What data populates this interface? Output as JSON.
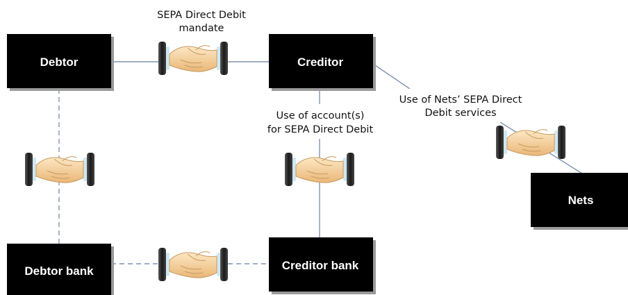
{
  "diagram": {
    "entities": {
      "debtor": "Debtor",
      "creditor": "Creditor",
      "debtor_bank": "Debtor bank",
      "creditor_bank": "Creditor bank",
      "nets": "Nets"
    },
    "agreements": {
      "mandate": [
        "SEPA Direct Debit",
        "mandate"
      ],
      "account_use": [
        "Use of account(s)",
        "for SEPA Direct Debit"
      ],
      "nets_services": [
        "Use of Nets’ SEPA Direct",
        "Debit services"
      ]
    },
    "colors": {
      "box_fill": "#000000",
      "box_shadow": "#9a9a9a",
      "connector": "#7f93b3",
      "skin": "#f3cf9a",
      "cuff": "#1f1f1f"
    },
    "icons": [
      "handshake-icon"
    ]
  }
}
